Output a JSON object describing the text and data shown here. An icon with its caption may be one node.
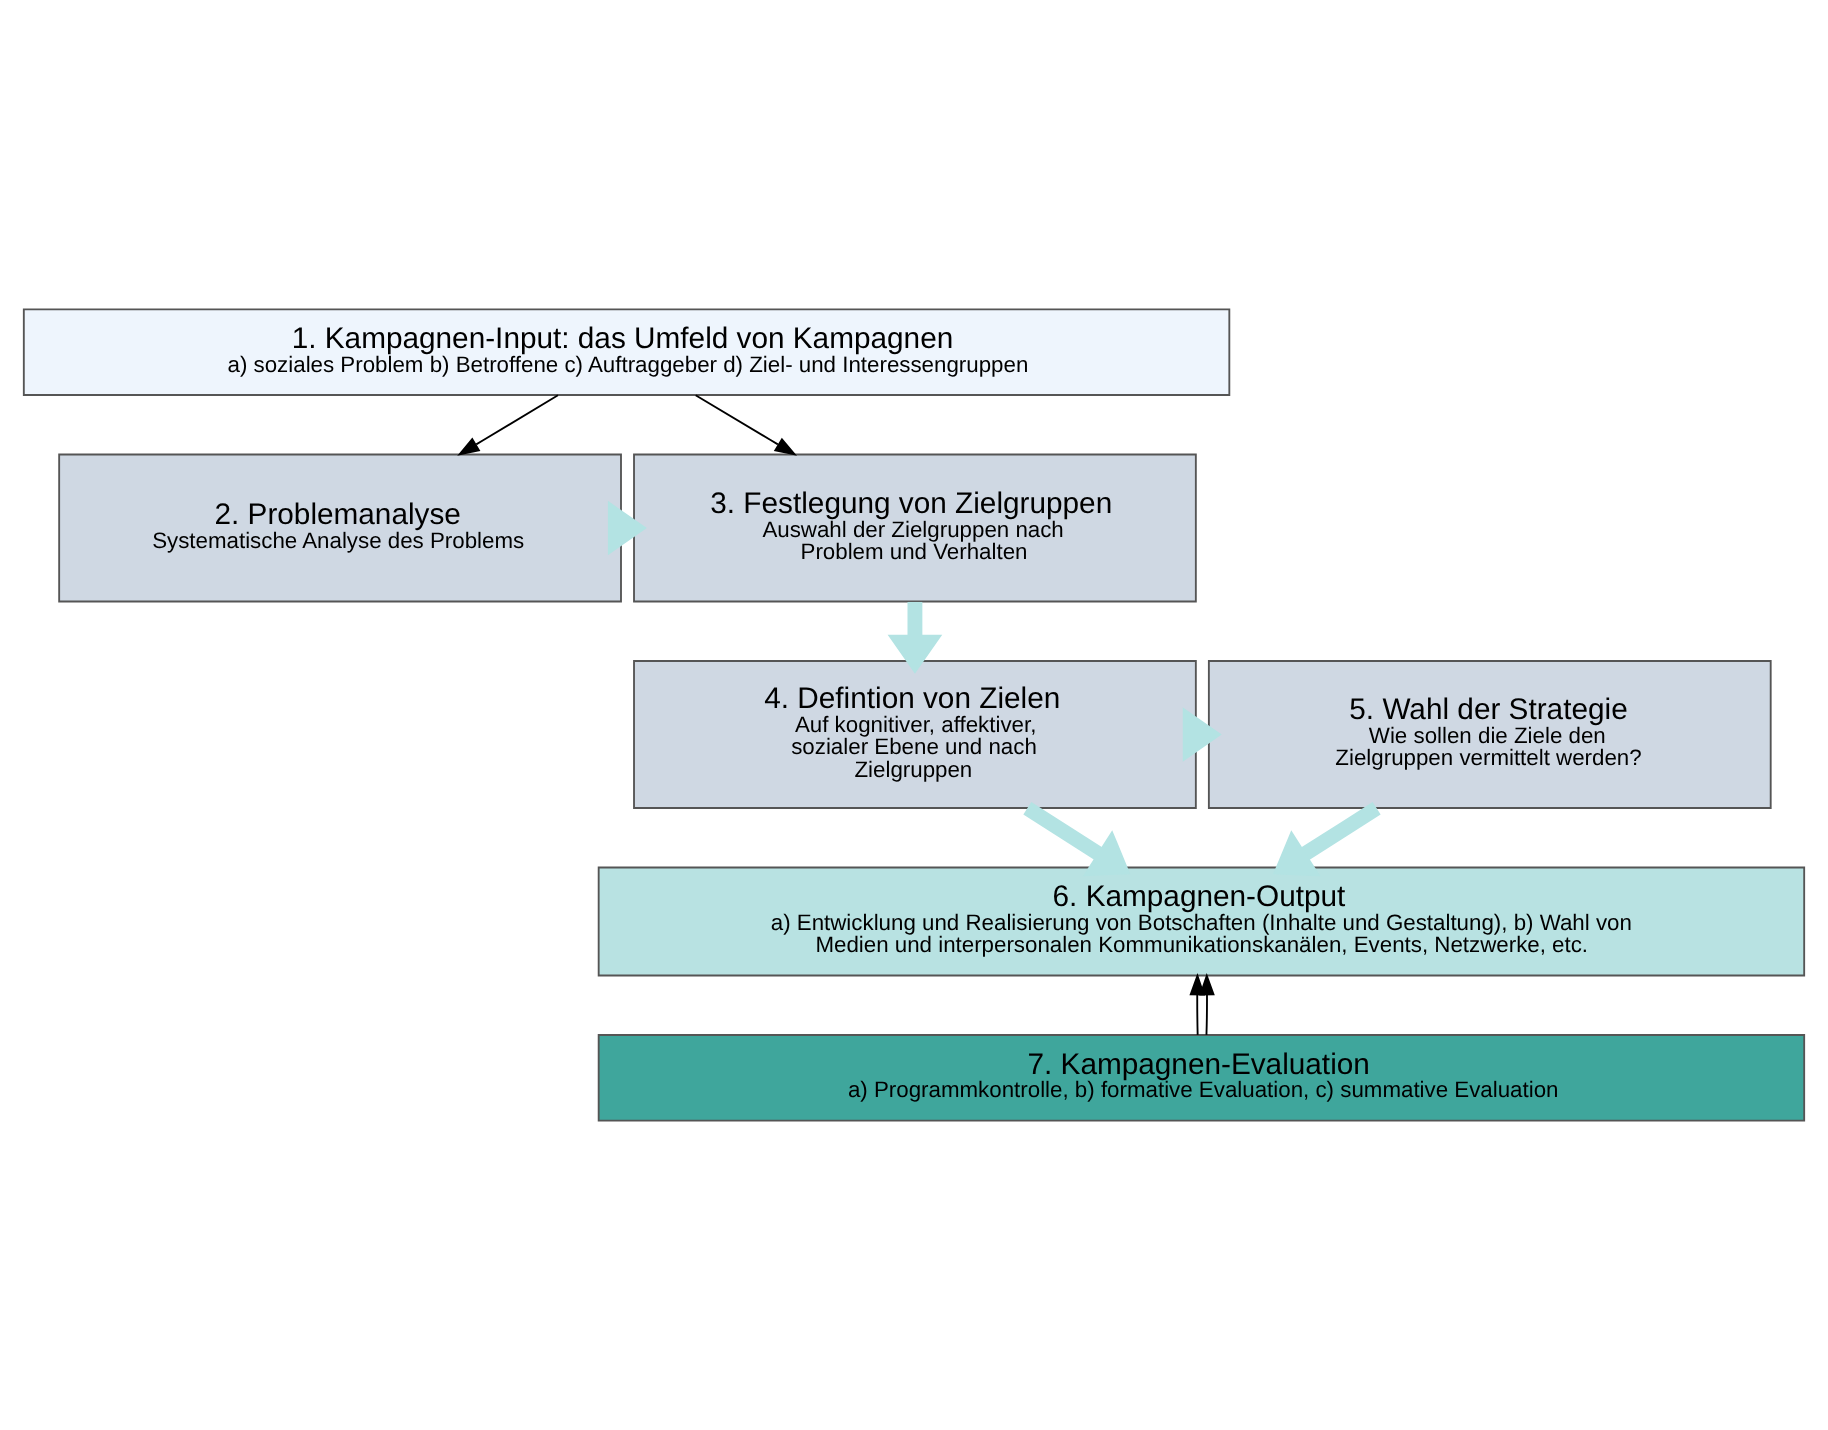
{
  "diagram": {
    "nodes": [
      {
        "text": [
          "1. Kampagnen-Input: das Umfeld von Kampagnen",
          "a) soziales Problem b) Betroffene c) Auftraggeber d) Ziel- und Interessengruppen"
        ]
      },
      {
        "text": [
          "2. Problemanalyse",
          "Systematische Analyse des Problems"
        ]
      },
      {
        "text": [
          "3. Festlegung von Zielgruppen",
          "Auswahl der Zielgruppen nach Problem und Verhalten"
        ]
      },
      {
        "text": [
          "5. Wahl der Strategie",
          "Wie sollen die Ziele den Zielgruppen vermittelt werden?"
        ]
      },
      {
        "text": [
          "4. Defintion von Zielen",
          "Auf kognitiver, affektiver, sozialer Ebene und nach Zielgruppen"
        ]
      },
      {
        "text": [
          "6. Kampagnen-Output",
          "a) Entwicklung und Realisierung von Botschaften (Inhalte und Gestaltung), b) Wahl von Medien und interpersonalen Kommunikationskanälen, Events, Netzwerke, etc."
        ]
      },
      {
        "text": [
          "7. Kampagnen-Evaluation",
          "a) Programmkontrolle, b) formative Evaluation, c) summative Evaluation"
        ]
      }
    ],
    "edges": [
      {
        "from": 0,
        "to": 1,
        "arrow": "to"
      },
      {
        "from": 0,
        "to": 2,
        "arrow": "to"
      },
      {
        "from": 1,
        "to": 2,
        "arrow": "to",
        "style": "thick",
        "color": "#b3e3e3"
      },
      {
        "from": 2,
        "to": 4,
        "arrow": "to",
        "style": "thick",
        "color": "#b3e3e3"
      },
      {
        "from": 4,
        "to": 3,
        "arrow": "to",
        "style": "thick",
        "color": "#b3e3e3"
      },
      {
        "from": 3,
        "to": 5,
        "arrow": "to",
        "style": "thick",
        "color": "#b3e3e3"
      },
      {
        "from": 4,
        "to": 5,
        "arrow": "to",
        "style": "thick",
        "color": "#b3e3e3"
      },
      {
        "from": 6,
        "to": 5,
        "arrow": "to"
      },
      {
        "from": 6,
        "to": 5,
        "arrow": "to"
      }
    ]
  }
}
